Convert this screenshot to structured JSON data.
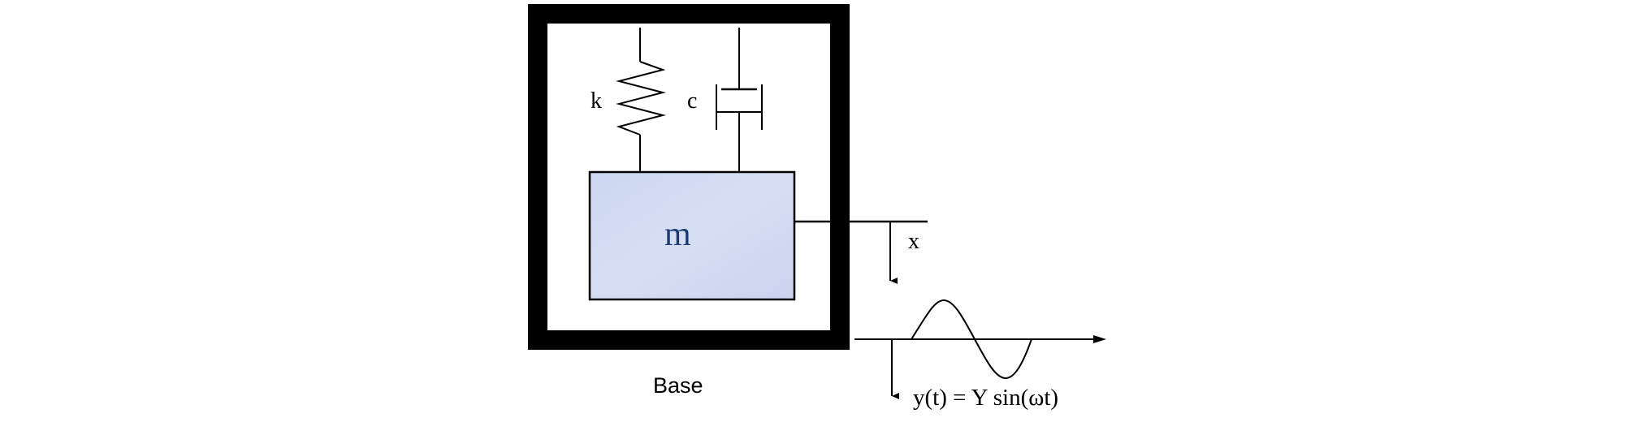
{
  "labels": {
    "spring": "k",
    "damper": "c",
    "mass": "m",
    "displacement": "x",
    "base": "Base",
    "excitation": "y(t) = Y sin(ωt)"
  },
  "colors": {
    "line": "#000000",
    "frame": "#000000",
    "mass_fill_a": "#b8c8ea",
    "mass_fill_b": "#d3dcf3",
    "mass_fill_c": "#c9b8e0",
    "mass_label": "#1f3b73",
    "background": "#ffffff"
  }
}
